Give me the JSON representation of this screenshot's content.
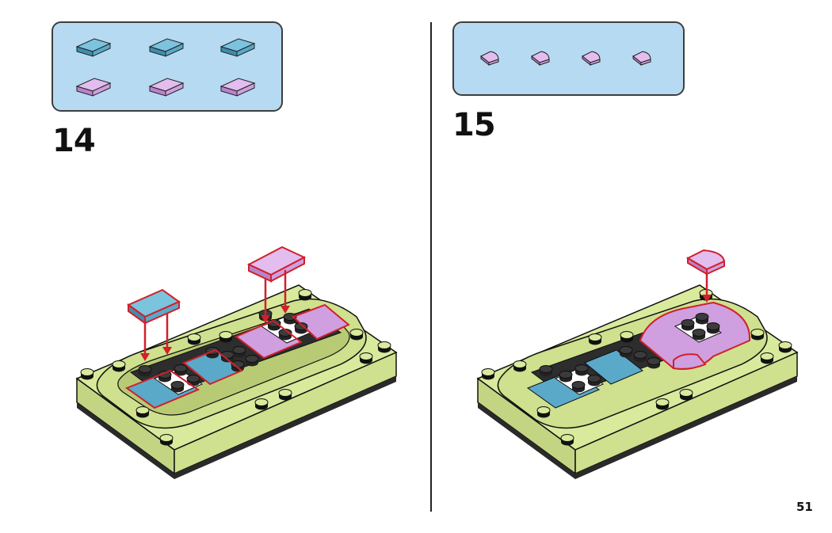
{
  "steps": [
    {
      "number": "14",
      "parts": [
        {
          "icon": "tile-1x2-blue-icon",
          "color": "#5aa9c9",
          "qty": 3
        },
        {
          "icon": "tile-1x2-lavender-icon",
          "color": "#cf9fe0",
          "qty": 3
        }
      ]
    },
    {
      "number": "15",
      "parts": [
        {
          "icon": "quarter-round-tile-lavender-icon",
          "color": "#cf9fe0",
          "qty": 4
        }
      ]
    }
  ],
  "page_number": "51",
  "colors": {
    "panel": "#b6daf1",
    "lime_green": "#d9ea9c",
    "blue": "#5aa9c9",
    "lavender": "#cf9fe0",
    "dark_gray": "#3b3b3b",
    "highlight": "#d0202a"
  }
}
